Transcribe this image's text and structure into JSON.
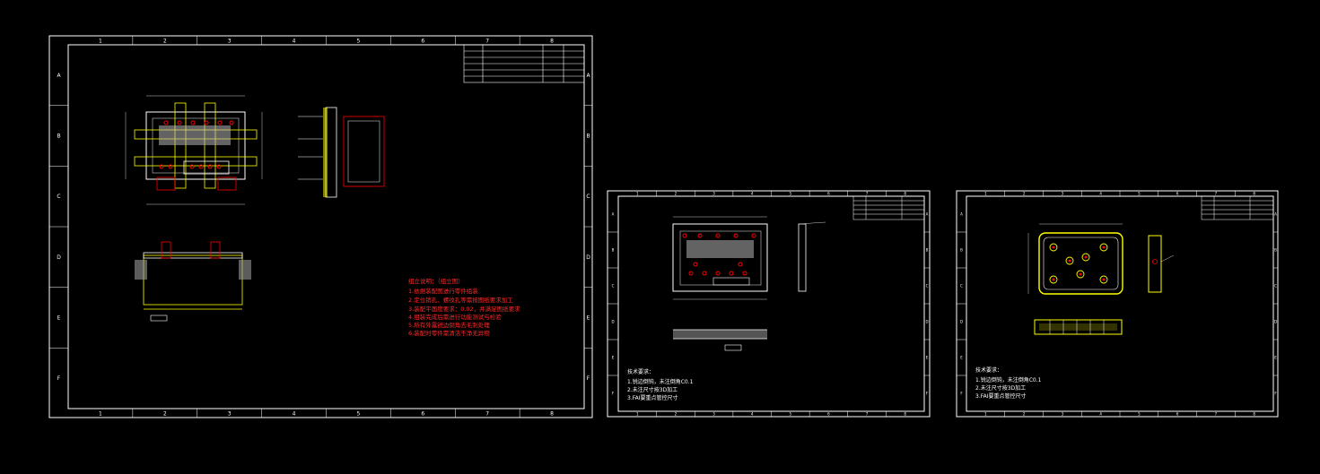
{
  "colors": {
    "background": "#000000",
    "frame": "#ffffff",
    "note_red": "#ff2a2a",
    "geometry_yellow": "#ffff00",
    "geometry_red": "#ff0000",
    "dimension_cyan": "#7fdcff",
    "dimension_gray": "#c8c8c8"
  },
  "sheets": [
    {
      "id": "sheet-1",
      "zone_columns": [
        "1",
        "2",
        "3",
        "4",
        "5",
        "6",
        "7",
        "8"
      ],
      "zone_rows": [
        "A",
        "B",
        "C",
        "D",
        "E",
        "F"
      ],
      "notes_title": "组立说明：（组立图）",
      "notes": [
        "1.依据装配图进行零件组装",
        "2.定位销孔、螺纹孔等需按图纸要求加工",
        "3.装配平面度要求：0.02，并满足图纸要求",
        "4.组装完成后需进行功能测试与检验",
        "5.所有外露锐边倒角去毛刺处理",
        "6.装配时零件需清洁干净无异物"
      ]
    },
    {
      "id": "sheet-2",
      "zone_columns": [
        "1",
        "2",
        "3",
        "4",
        "5",
        "6",
        "7",
        "8"
      ],
      "zone_rows": [
        "A",
        "B",
        "C",
        "D",
        "E",
        "F"
      ],
      "notes_title": "技术要求：",
      "notes": [
        "1.锐边倒钝，未注倒角C0.1",
        "2.未注尺寸按3D加工",
        "3.FAI要重点管控尺寸"
      ]
    },
    {
      "id": "sheet-3",
      "zone_columns": [
        "1",
        "2",
        "3",
        "4",
        "5",
        "6",
        "7",
        "8"
      ],
      "zone_rows": [
        "A",
        "B",
        "C",
        "D",
        "E",
        "F"
      ],
      "notes_title": "技术要求：",
      "notes": [
        "1.锐边倒钝，未注倒角C0.1",
        "2.未注尺寸按3D加工",
        "3.FAI要重点管控尺寸"
      ]
    }
  ]
}
